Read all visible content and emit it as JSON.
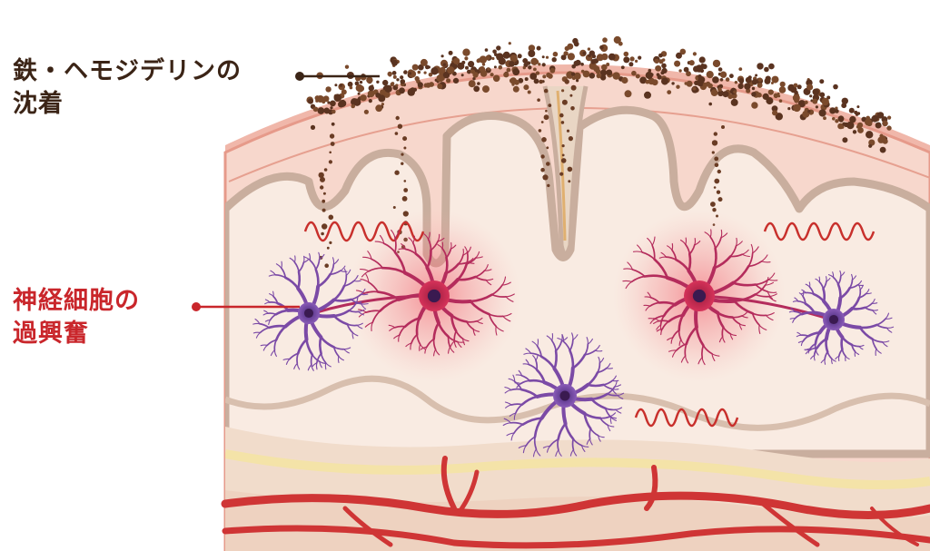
{
  "labels": {
    "deposit": {
      "line1": "鉄・ヘモジデリンの",
      "line2": "沈着",
      "color": "#3b2416"
    },
    "neuron": {
      "line1": "神経細胞の",
      "line2": "過興奮",
      "color": "#c9262b"
    }
  },
  "palette": {
    "background": "#ffffff",
    "tissue_outer": "#f4c9bf",
    "tissue_edge": "#e59a8c",
    "gyri_fill": "#f8e7dc",
    "gyri_line": "#cdb4a4",
    "white_matter": "#f6e3d8",
    "deposit": "#5a3320",
    "neuron_purple": "#7b4aa6",
    "neuron_red": "#c8244f",
    "glow": "#f0485a",
    "wave": "#c8302c",
    "vessel": "#d03a3a"
  },
  "icons": [
    "neuron-icon",
    "excitation-wave-icon",
    "blood-vessel-icon",
    "hemosiderin-deposit-icon"
  ]
}
